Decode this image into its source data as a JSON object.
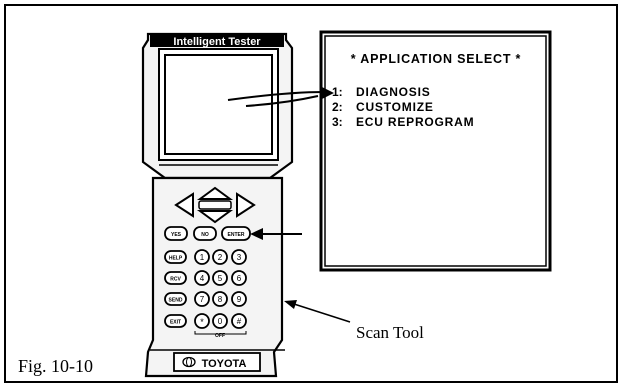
{
  "figure": {
    "caption": "Fig. 10-10",
    "device_brand_label": "Intelligent Tester",
    "device_footer_brand": "TOYOTA",
    "scan_tool_label": "Scan Tool"
  },
  "screen_callout": {
    "title": "* APPLICATION SELECT *",
    "items": [
      {
        "num": "1:",
        "label": "DIAGNOSIS"
      },
      {
        "num": "2:",
        "label": "CUSTOMIZE"
      },
      {
        "num": "3:",
        "label": "ECU REPROGRAM"
      }
    ]
  },
  "keypad": {
    "row1": [
      "YES",
      "NO",
      "ENTER"
    ],
    "row2": [
      "HELP",
      "1",
      "2",
      "3"
    ],
    "row3": [
      "RCV",
      "4",
      "5",
      "6"
    ],
    "row4": [
      "SEND",
      "7",
      "8",
      "9"
    ],
    "row5": [
      "EXIT",
      "*",
      "0",
      "#"
    ],
    "off_label": "OFF"
  },
  "colors": {
    "ink": "#000000",
    "paper": "#ffffff",
    "device_fill": "#f4f4f4"
  }
}
